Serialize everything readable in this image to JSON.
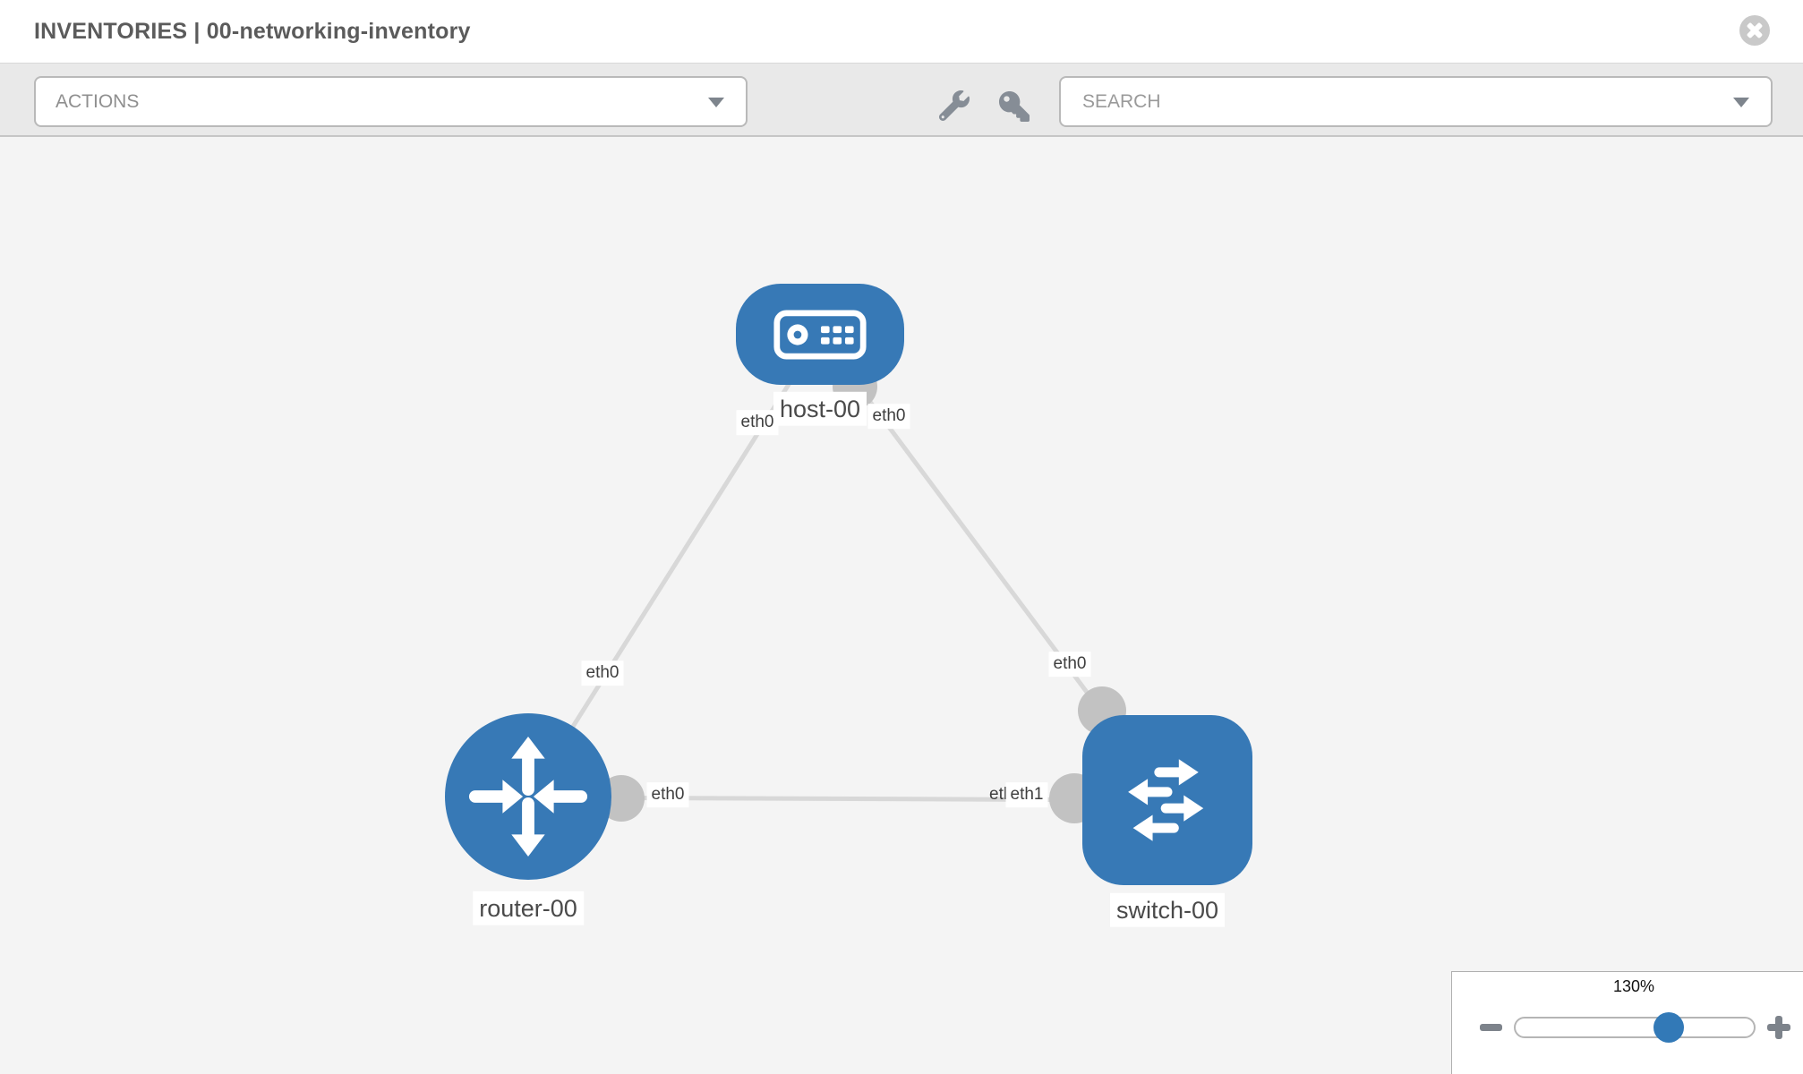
{
  "header": {
    "title": "INVENTORIES | 00-networking-inventory"
  },
  "toolbar": {
    "actions_label": "ACTIONS",
    "search_placeholder": "SEARCH",
    "tool_icons": [
      "wrench-icon",
      "key-icon"
    ]
  },
  "canvas": {
    "nodes": {
      "host": {
        "name": "host-00",
        "type": "host"
      },
      "router": {
        "name": "router-00",
        "type": "router"
      },
      "switch": {
        "name": "switch-00",
        "type": "switch"
      }
    },
    "ports": {
      "router_to_host": "eth0",
      "host_to_router": "eth0",
      "host_to_switch": "eth0",
      "switch_to_host": "eth0",
      "router_to_switch": "eth0",
      "switch_partial": "eth",
      "switch_to_router": "eth1"
    },
    "links": [
      {
        "from": "router-00",
        "to": "host-00"
      },
      {
        "from": "host-00",
        "to": "switch-00"
      },
      {
        "from": "router-00",
        "to": "switch-00"
      }
    ]
  },
  "zoom_control": {
    "value": "130%",
    "percent": 130
  },
  "colors": {
    "node_blue": "#3779b6",
    "thumb_blue": "#3279b7",
    "link_gray": "#d8d8d8",
    "endpoint_gray": "#c2c2c2",
    "toolbar_gray": "#e9e9e9",
    "canvas_gray": "#f4f4f4"
  }
}
